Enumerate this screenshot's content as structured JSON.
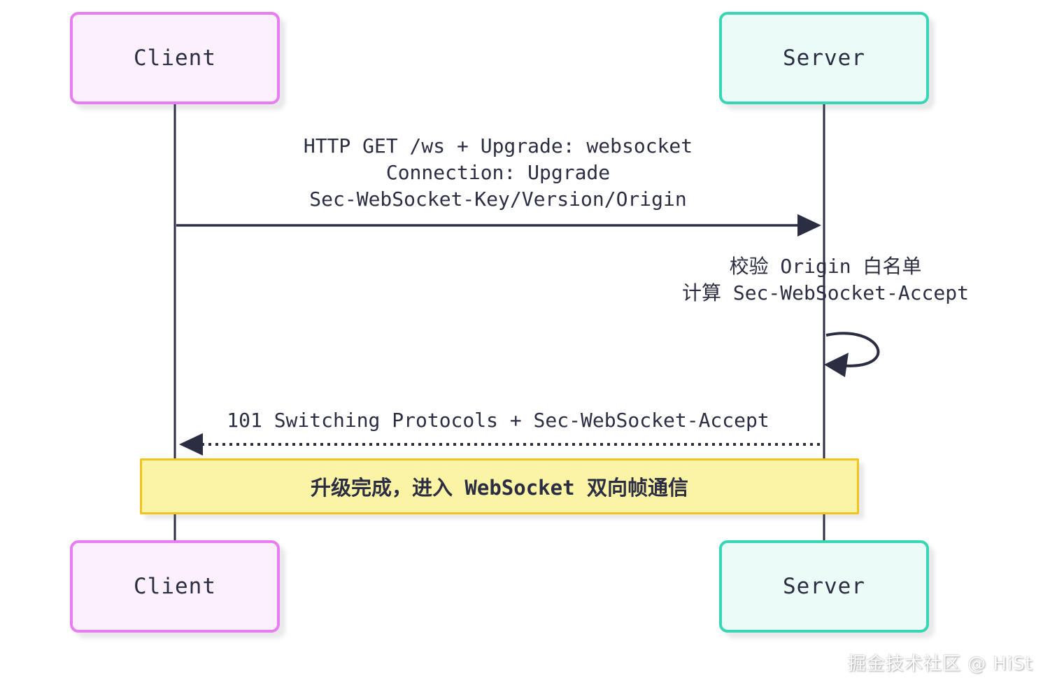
{
  "diagram": {
    "type": "sequence",
    "title_hint": "WebSocket upgrade handshake",
    "actors": [
      {
        "id": "client",
        "label": "Client",
        "fill": "#fdf0fd",
        "border": "#e87df2"
      },
      {
        "id": "server",
        "label": "Server",
        "fill": "#ebfbf7",
        "border": "#38d6b5"
      }
    ],
    "messages": [
      {
        "from": "client",
        "to": "server",
        "style": "solid-arrow",
        "lines": [
          "HTTP GET /ws + Upgrade: websocket",
          "Connection: Upgrade",
          "Sec-WebSocket-Key/Version/Origin"
        ]
      },
      {
        "from": "server",
        "to": "server",
        "style": "self-loop",
        "lines": [
          "校验 Origin 白名单",
          "计算 Sec-WebSocket-Accept"
        ]
      },
      {
        "from": "server",
        "to": "client",
        "style": "dotted-arrow",
        "lines": [
          "101 Switching Protocols + Sec-WebSocket-Accept"
        ]
      }
    ],
    "note": {
      "text": "升级完成，进入 WebSocket 双向帧通信",
      "fill": "#fcf4a5",
      "border": "#f0c31f"
    },
    "watermark": {
      "text": "掘金技术社区 @ HiSt"
    },
    "colors": {
      "line": "#2b2d42",
      "text": "#2b2d42",
      "background": "#ffffff"
    }
  }
}
